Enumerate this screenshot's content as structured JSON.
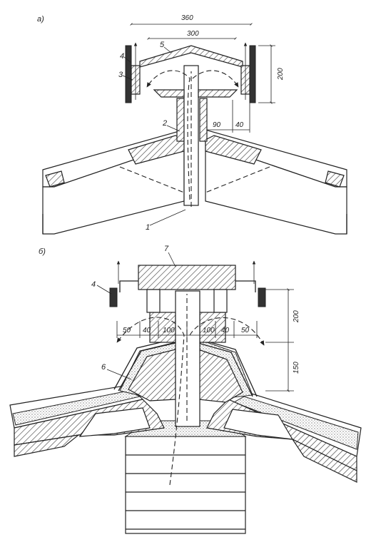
{
  "figure_a": {
    "view_label": "а)",
    "dimensions": {
      "outer_width": "360",
      "inner_width": "300",
      "height": "200",
      "d90": "90",
      "d40": "40"
    },
    "callouts": {
      "c1": "1",
      "c2": "2",
      "c3": "3",
      "c4": "4",
      "c5": "5"
    }
  },
  "figure_b": {
    "view_label": "б)",
    "dimensions": {
      "left_50": "50",
      "left_40": "40",
      "left_100": "100",
      "right_100": "100",
      "right_40": "40",
      "right_50": "50",
      "height_200": "200",
      "height_150": "150"
    },
    "callouts": {
      "c4": "4",
      "c6": "6",
      "c7": "7"
    }
  }
}
